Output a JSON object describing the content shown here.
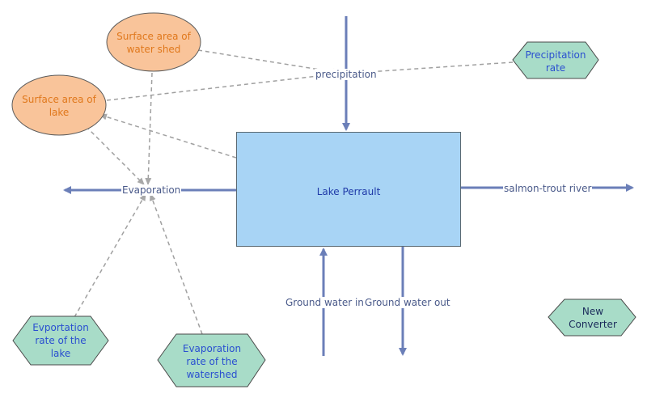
{
  "stock": {
    "label": "Lake Perrault"
  },
  "flows": {
    "precipitation": "precipitation",
    "evaporation": "Evaporation",
    "river": "salmon-trout river",
    "ground_in": "Ground water in",
    "ground_out": "Ground water out"
  },
  "ellipses": {
    "watershed_area": "Surface area of water shed",
    "lake_area": "Surface area of lake"
  },
  "converters": {
    "precip_rate": "Precipitation rate",
    "evap_lake": "Evportation rate of the lake",
    "evap_watershed": "Evaporation rate of the watershed",
    "new_converter": "New Converter"
  },
  "colors": {
    "flow": "#6b7fb8",
    "stock_fill": "#a8d4f5",
    "ellipse_fill": "#f9c49a",
    "converter_fill": "#a8dcc8",
    "connector": "#a0a0a0"
  }
}
